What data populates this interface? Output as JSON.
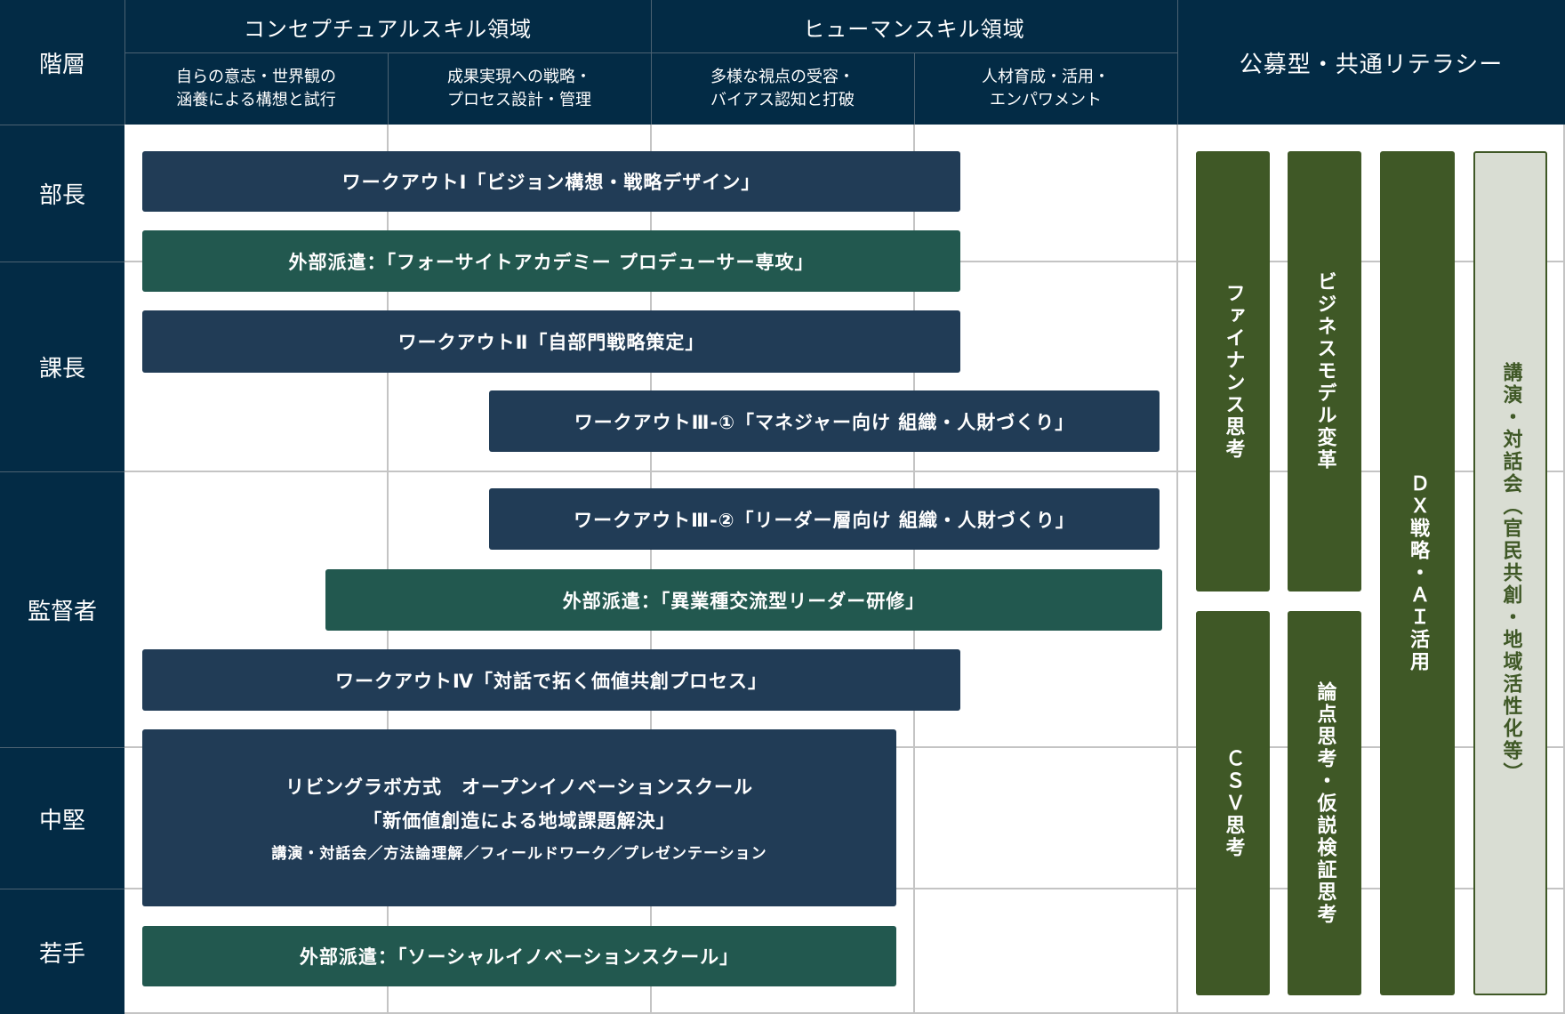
{
  "header": {
    "level": "階層",
    "conceptual": "コンセプチュアルスキル領域",
    "human": "ヒューマンスキル領域",
    "common": "公募型・共通リテラシー",
    "sub": [
      {
        "line1": "自らの意志・世界観の",
        "line2": "涵養による構想と試行"
      },
      {
        "line1": "成果実現への戦略・",
        "line2": "プロセス設計・管理"
      },
      {
        "line1": "多様な視点の受容・",
        "line2": "バイアス認知と打破"
      },
      {
        "line1": "人材育成・活用・",
        "line2": "エンパワメント"
      }
    ]
  },
  "levels": [
    "部長",
    "課長",
    "監督者",
    "中堅",
    "若手"
  ],
  "programs": [
    "ワークアウトⅠ「ビジョン構想・戦略デザイン」",
    "外部派遣：「フォーサイトアカデミー プロデューサー専攻」",
    "ワークアウトⅡ「自部門戦略策定」",
    "ワークアウトⅢ-①「マネジャー向け 組織・人財づくり」",
    "ワークアウトⅢ-②「リーダー層向け 組織・人財づくり」",
    "外部派遣：「異業種交流型リーダー研修」",
    "ワークアウトⅣ「対話で拓く価値共創プロセス」"
  ],
  "living_lab": {
    "line1": "リビングラボ方式　オープンイノベーションスクール",
    "line2": "「新価値創造による地域課題解決」",
    "line3": "講演・対話会／方法論理解／フィールドワーク／プレゼンテーション"
  },
  "social": "外部派遣：「ソーシャルイノベーションスクール」",
  "common_programs": {
    "finance": "ファイナンス思考",
    "csv": "ＣＳＶ思考",
    "business_model": "ビジネスモデル変革",
    "logic": "論点思考・仮説検証思考",
    "dx": "ＤＸ戦略・ＡＩ活用",
    "lecture": "講演・対話会（官民共創・地域活性化等）"
  },
  "colors": {
    "header": "#032b45",
    "navy": "#213c56",
    "teal": "#22584f",
    "olive": "#3f5826",
    "light": "#d9ddd3"
  }
}
